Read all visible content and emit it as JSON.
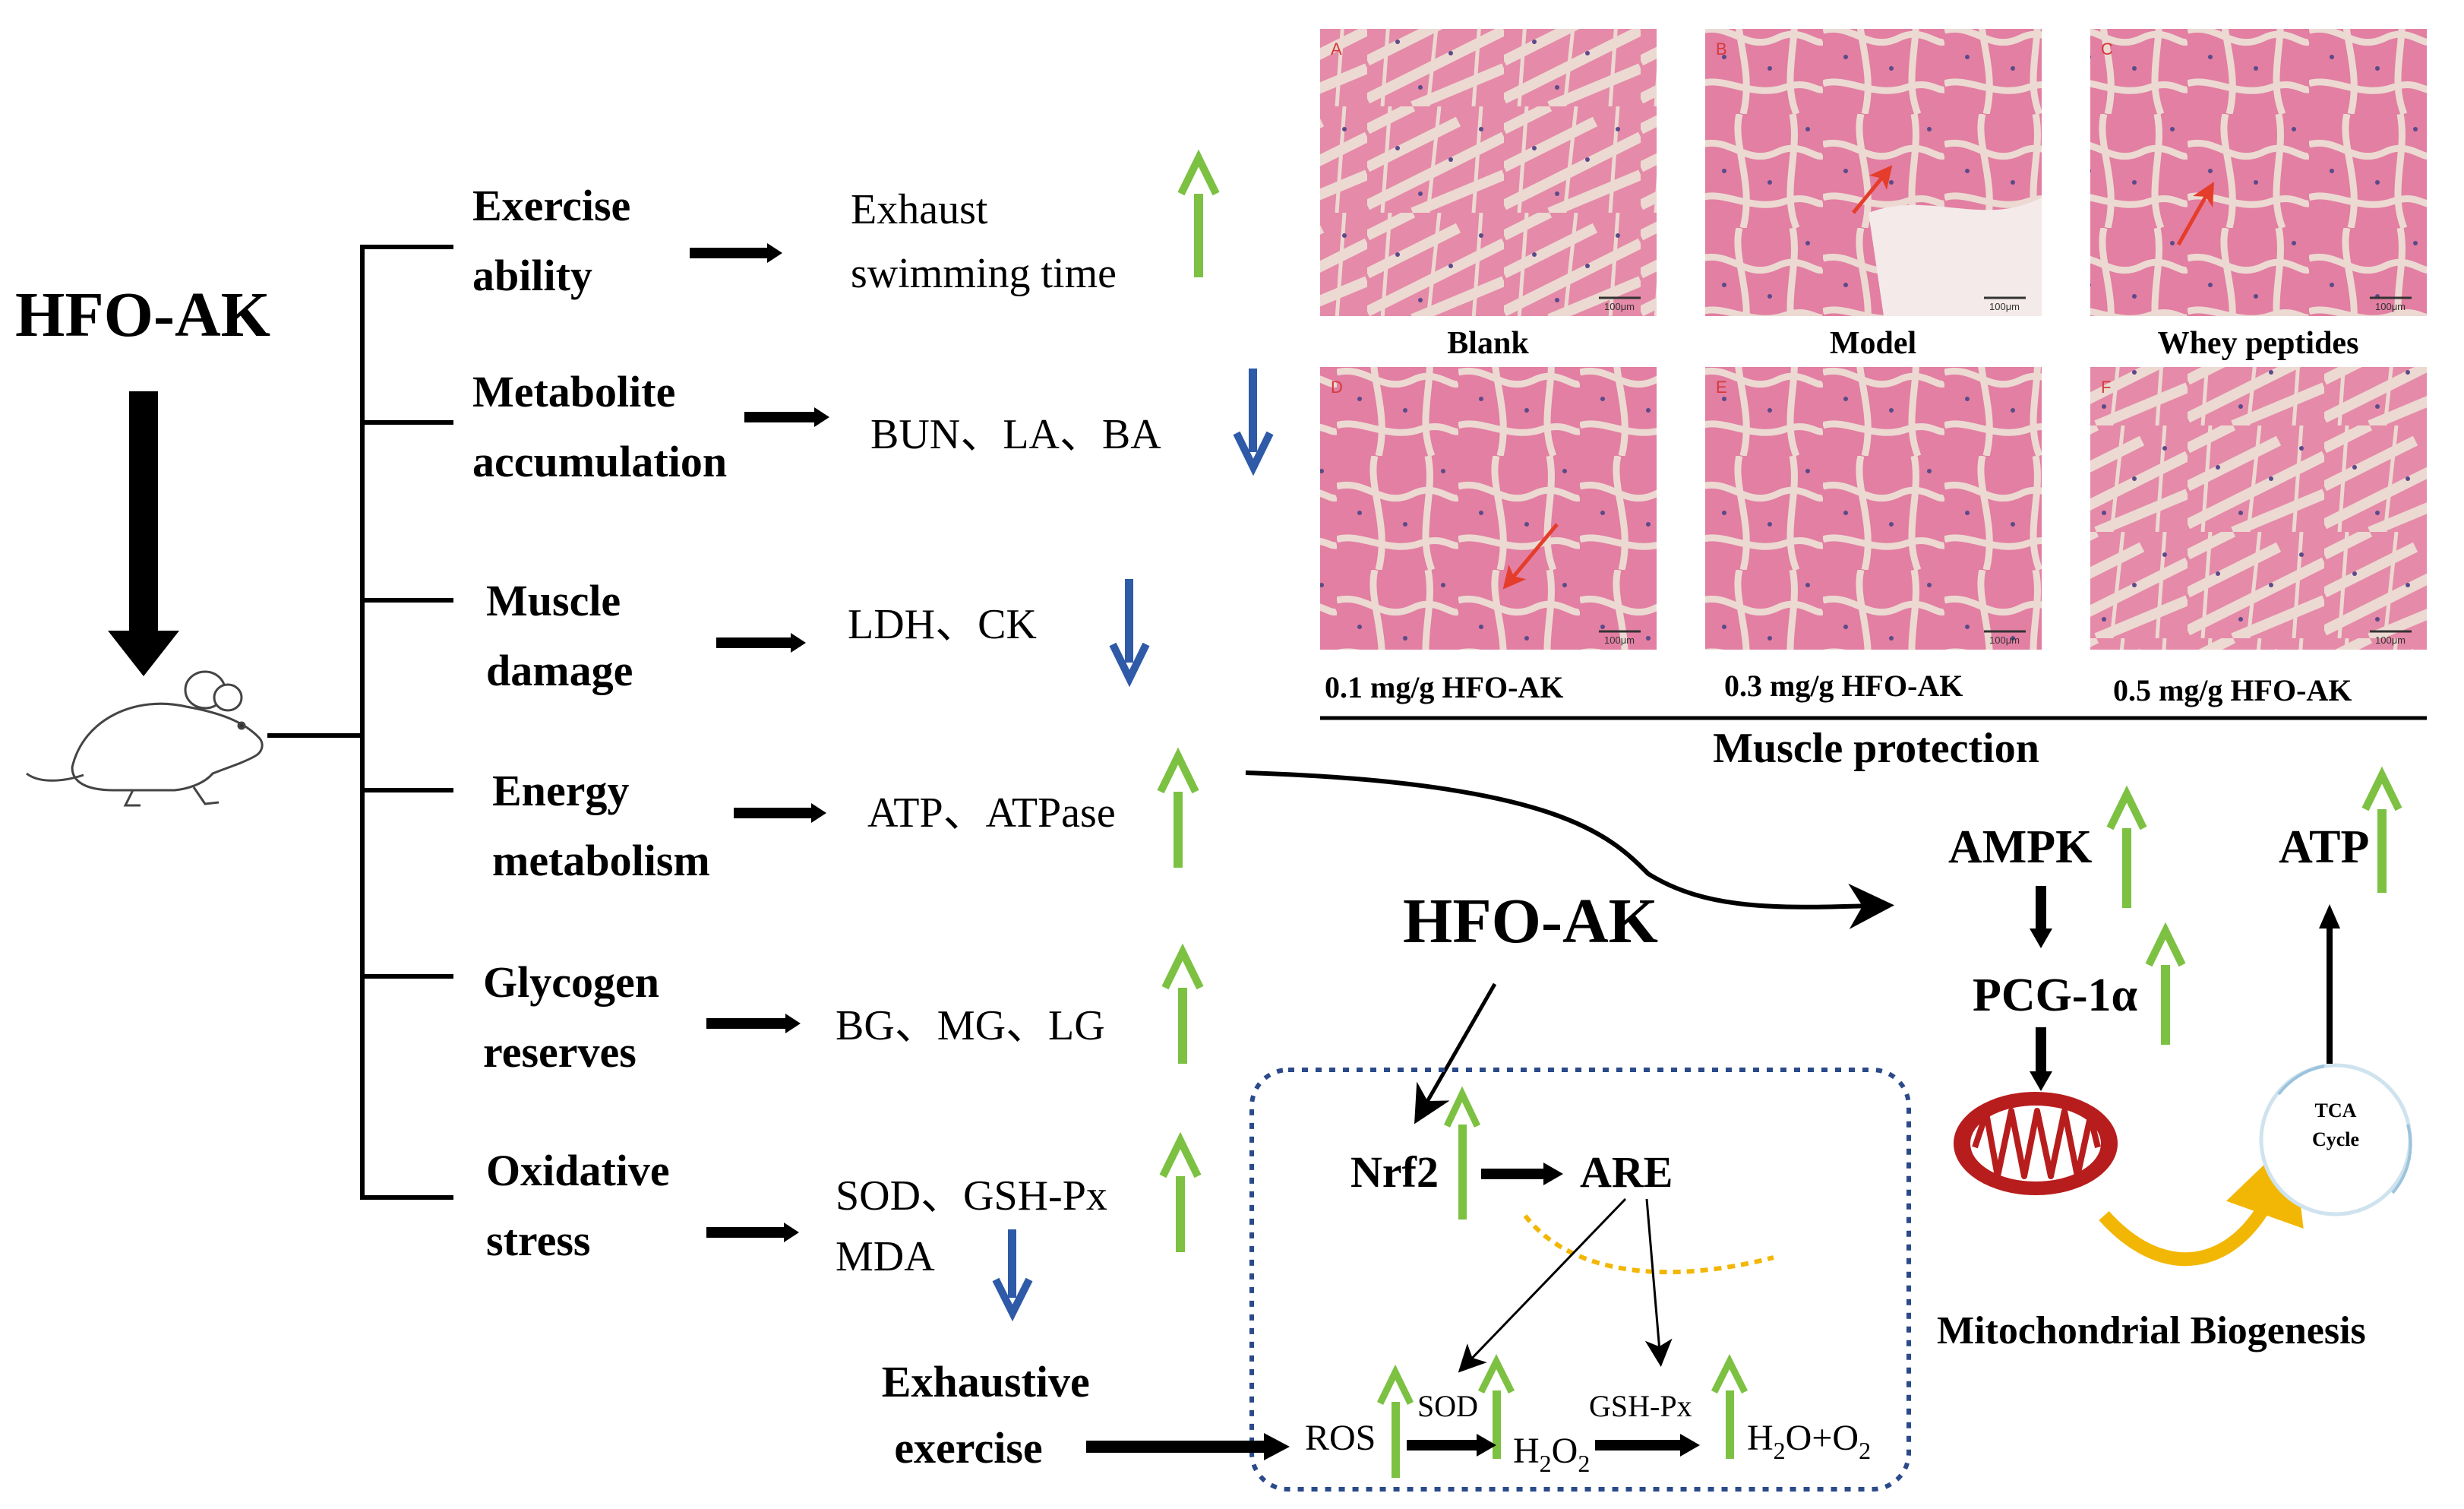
{
  "title": "HFO-AK",
  "categories": [
    {
      "id": "exercise",
      "name": "Exercise\nability",
      "markers": "Exhaust\nswimming time",
      "trend": "up"
    },
    {
      "id": "metabolite",
      "name": "Metabolite\naccumulation",
      "markers": "BUN、LA、BA",
      "trend": "down"
    },
    {
      "id": "muscle",
      "name": "Muscle\ndamage",
      "markers": "LDH、CK",
      "trend": "down"
    },
    {
      "id": "energy",
      "name": "Energy\nmetabolism",
      "markers": "ATP、ATPase",
      "trend": "up"
    },
    {
      "id": "glycogen",
      "name": "Glycogen\nreserves",
      "markers": "BG、MG、LG",
      "trend": "up"
    },
    {
      "id": "oxidative",
      "name": "Oxidative\nstress",
      "markers": "SOD、GSH-Px",
      "markers2": "MDA",
      "trend": "up",
      "trend2": "down"
    }
  ],
  "histology": {
    "section_title": "Muscle protection",
    "scale_bar": "100μm",
    "panels": [
      {
        "letter": "A",
        "label": "Blank"
      },
      {
        "letter": "B",
        "label": "Model"
      },
      {
        "letter": "C",
        "label": "Whey peptides"
      },
      {
        "letter": "D",
        "label": "0.1 mg/g HFO-AK"
      },
      {
        "letter": "E",
        "label": "0.3 mg/g HFO-AK"
      },
      {
        "letter": "F",
        "label": "0.5 mg/g HFO-AK"
      }
    ]
  },
  "mechanism": {
    "center_label": "HFO-AK",
    "nrf2": "Nrf2",
    "are": "ARE",
    "ros": "ROS",
    "sod": "SOD",
    "gshpx": "GSH-Px",
    "h2o2": "H",
    "h2o2_sub": "2",
    "h2o2_tail": "O",
    "h2o2_sub2": "2",
    "water_h": "H",
    "water_sub": "2",
    "water_mid": "O+O",
    "water_sub2": "2",
    "exhaustive": "Exhaustive\nexercise"
  },
  "mito": {
    "ampk": "AMPK",
    "pgc": "PCG-1α",
    "atp": "ATP",
    "tca1": "TCA",
    "tca2": "Cycle",
    "title": "Mitochondrial Biogenesis"
  },
  "colors": {
    "up_arrow": "#7cc142",
    "down_arrow": "#2e5aa8",
    "red_arrow": "#e53d2b",
    "dashed_box": "#2a4a8a",
    "yellow_arc": "#f2b705",
    "mito_red": "#b81d1d",
    "tissue_pink": "#e58aa8",
    "tissue_gap": "#e8d6cf"
  }
}
